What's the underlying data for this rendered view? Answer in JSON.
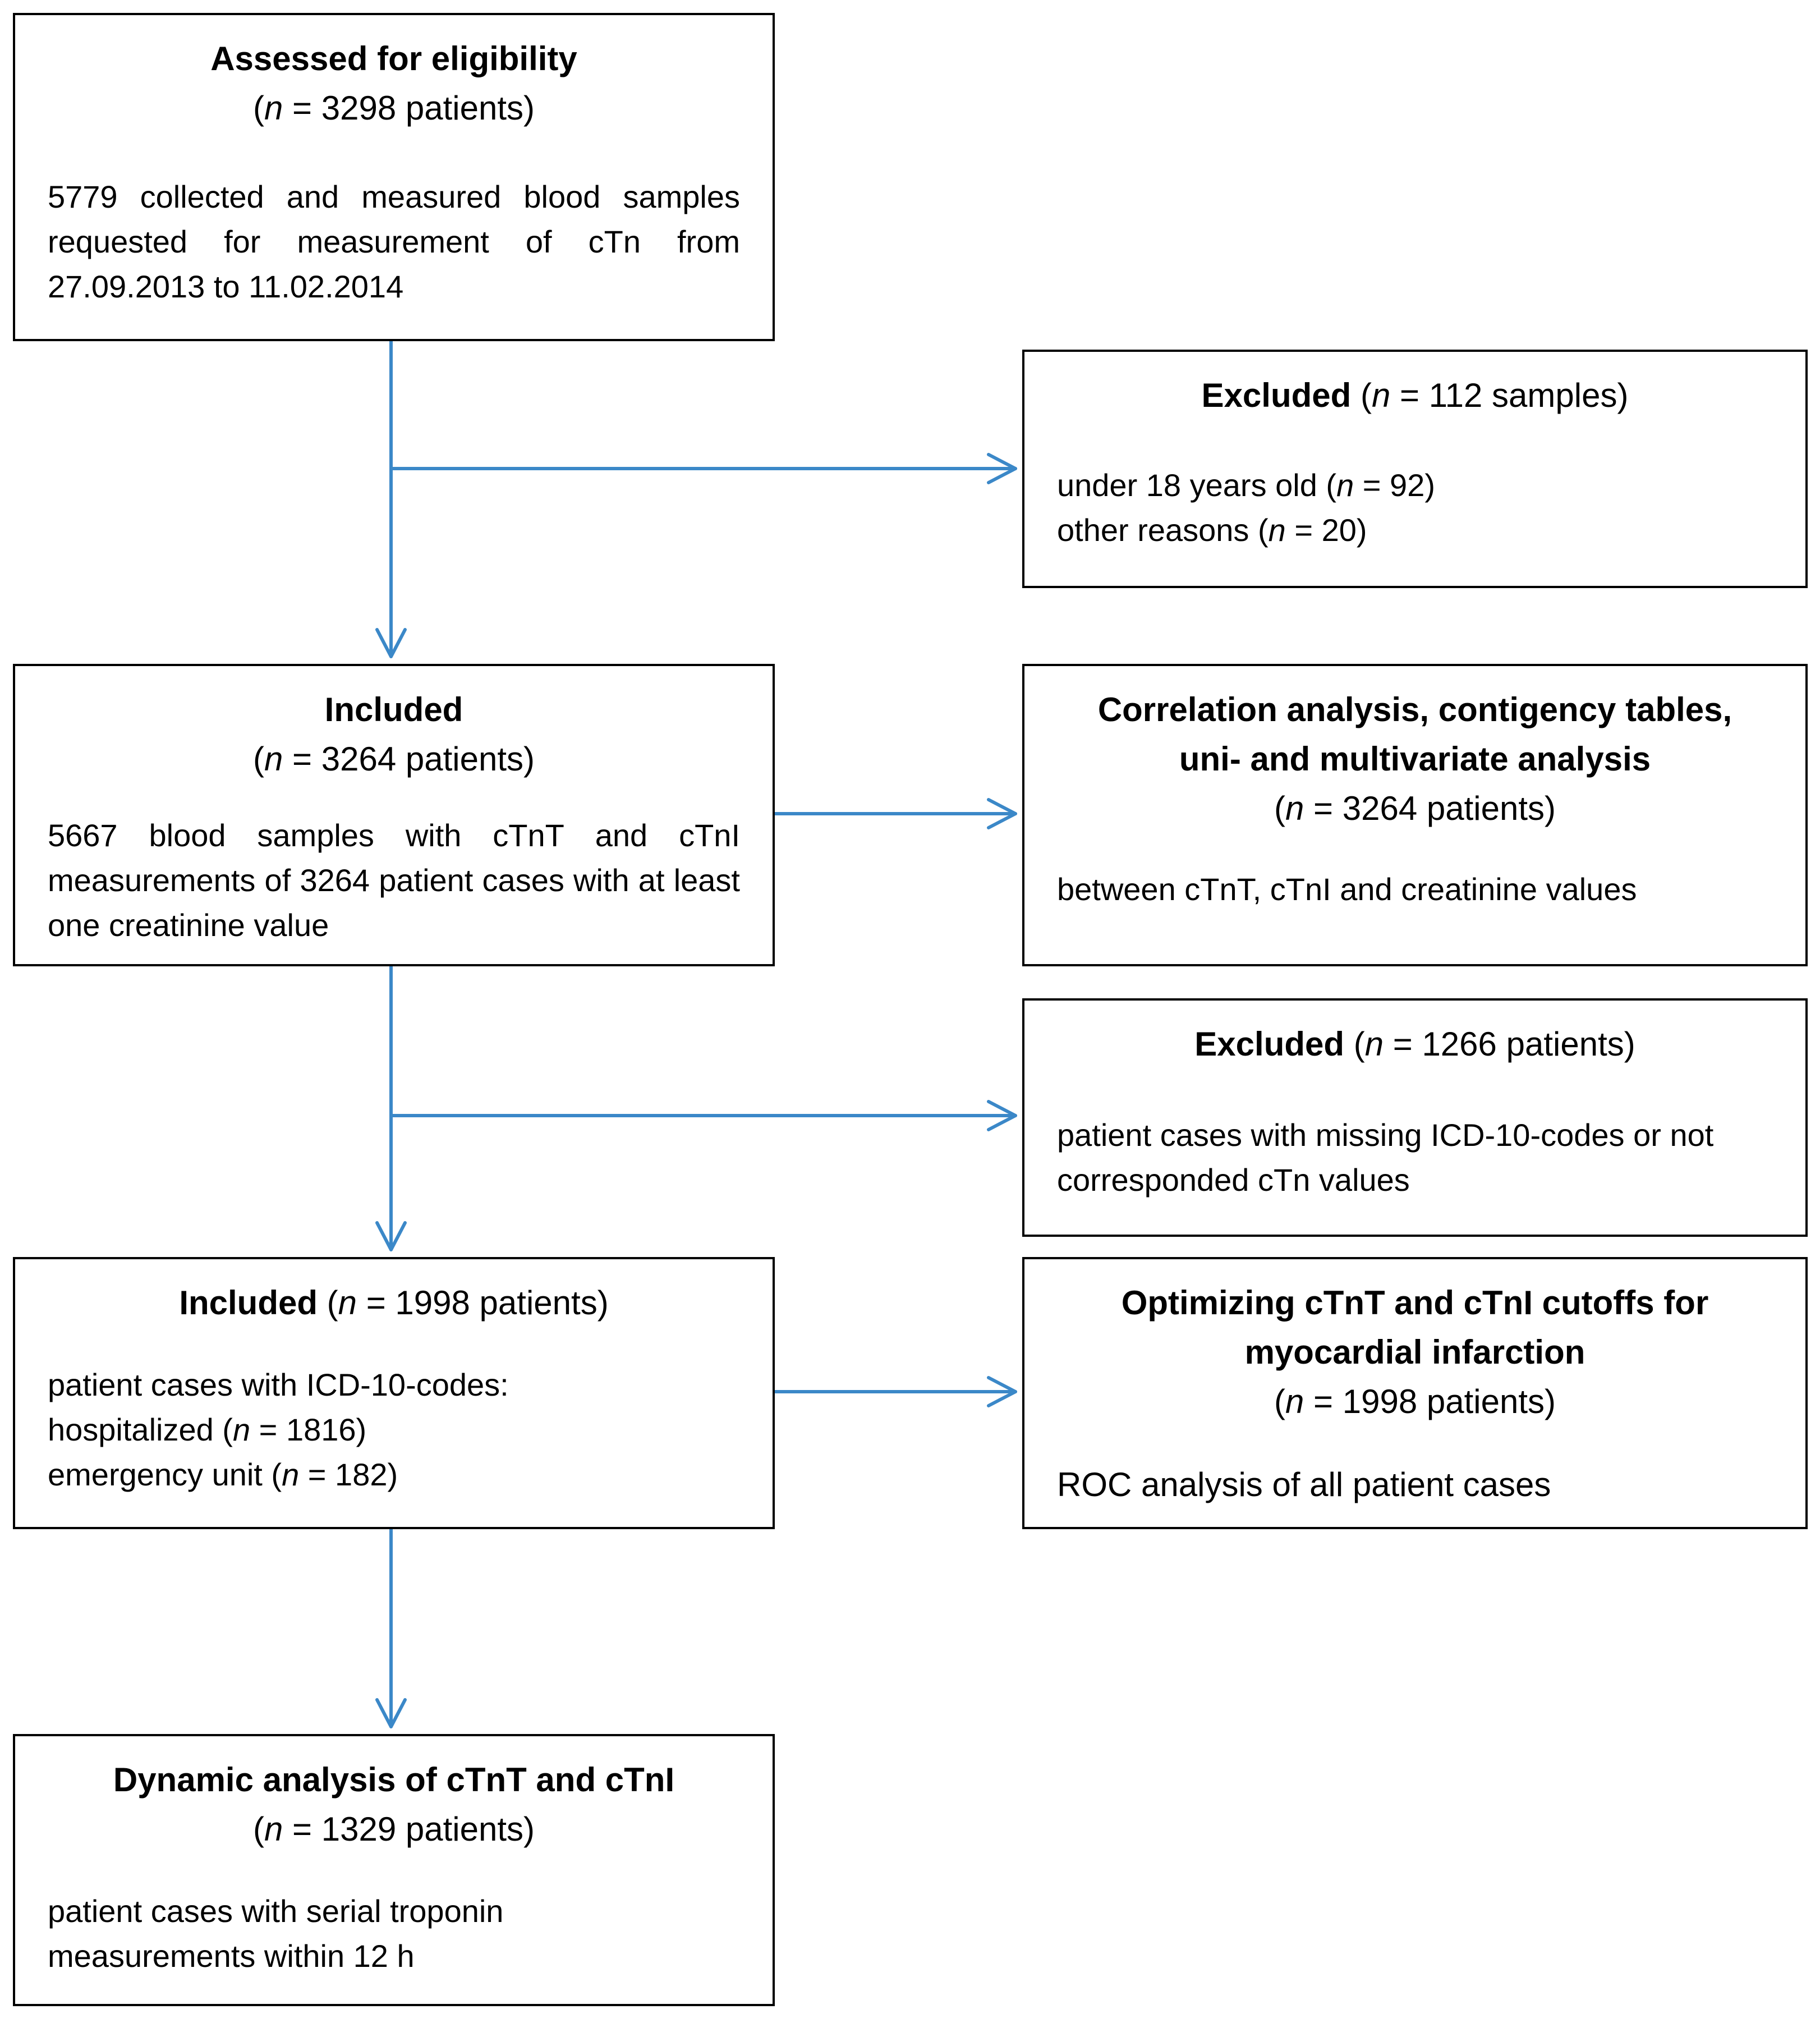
{
  "boxes": {
    "assessed": {
      "title": "Assessed for eligibility",
      "n_open": "(",
      "n_var": "n",
      "n_rest": " = 3298 patients)",
      "body": "5779 collected and measured blood samples requested for measurement of cTn from 27.09.2013 to 11.02.2014"
    },
    "excluded1": {
      "title": "Excluded",
      "n_open": " (",
      "n_var": "n",
      "n_rest": " = 112 samples)",
      "lines": [
        {
          "pre": "under 18 years old (",
          "var": "n",
          "post": " = 92)"
        },
        {
          "pre": "other reasons (",
          "var": "n",
          "post": " = 20)"
        }
      ]
    },
    "included1": {
      "title": "Included",
      "n_open": "(",
      "n_var": "n",
      "n_rest": " = 3264 patients)",
      "body": "5667 blood samples with cTnT and cTnI measurements of 3264 patient cases with at least one creatinine value"
    },
    "correlation": {
      "title_line1": "Correlation analysis, contigency tables,",
      "title_line2": "uni- and multivariate analysis",
      "n_open": "(",
      "n_var": "n",
      "n_rest": " = 3264 patients)",
      "body": "between cTnT, cTnI and creatinine values"
    },
    "excluded2": {
      "title": "Excluded",
      "n_open": " (",
      "n_var": "n",
      "n_rest": " = 1266 patients)",
      "body": "patient cases with missing ICD-10-codes or not corresponded cTn values"
    },
    "included2": {
      "title": "Included",
      "n_open": " (",
      "n_var": "n",
      "n_rest": " = 1998 patients)",
      "line1": "patient cases with ICD-10-codes:",
      "lines": [
        {
          "pre": "hospitalized (",
          "var": "n",
          "post": " = 1816)"
        },
        {
          "pre": "emergency unit (",
          "var": "n",
          "post": " = 182)"
        }
      ]
    },
    "optimizing": {
      "title_line1": "Optimizing cTnT and cTnI cutoffs for",
      "title_line2": "myocardial infarction",
      "n_open": "(",
      "n_var": "n",
      "n_rest": " = 1998 patients)",
      "body": "ROC analysis of all patient cases"
    },
    "dynamic": {
      "title": "Dynamic analysis of cTnT and cTnI",
      "n_open": "(",
      "n_var": "n",
      "n_rest": " = 1329 patients)",
      "body_line1": "patient cases with serial troponin",
      "body_line2": "measurements within 12 h"
    }
  },
  "colors": {
    "arrow": "#3B88C8",
    "border": "#000000"
  }
}
